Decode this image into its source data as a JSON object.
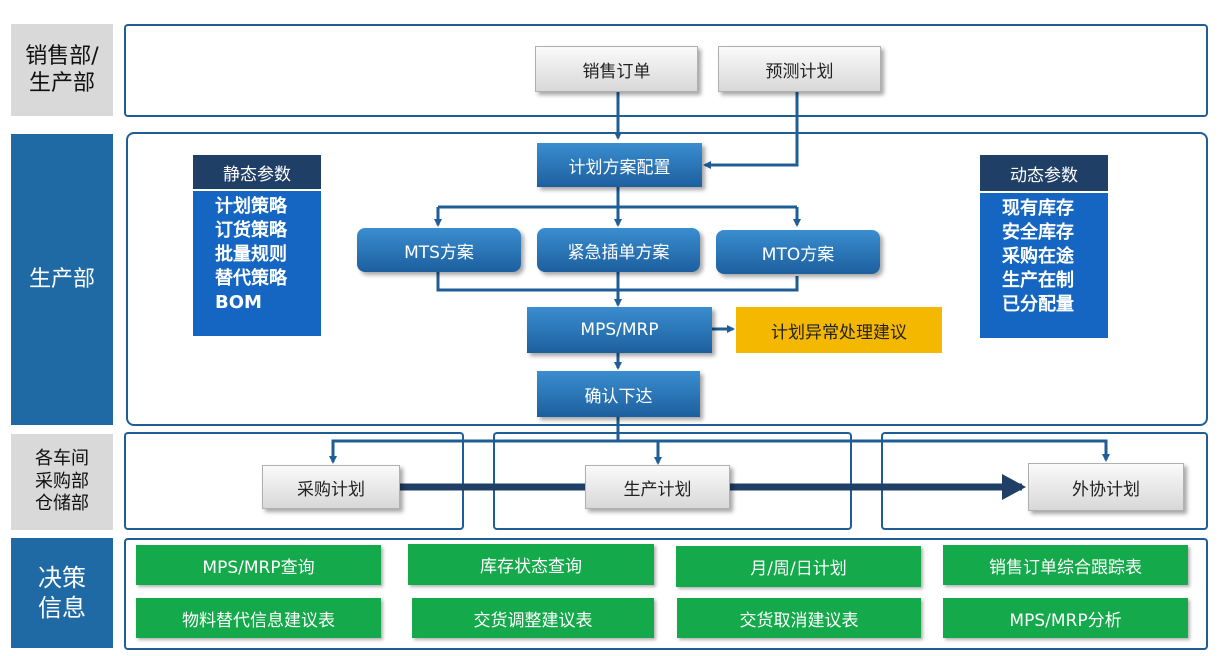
{
  "lanes": {
    "sales": "销售部/\n生产部",
    "production": "生产部",
    "workshops": "各车间\n采购部\n仓储部",
    "decision": "决策\n信息"
  },
  "nodes": {
    "sales_order": "销售订单",
    "forecast": "预测计划",
    "plan_config": "计划方案配置",
    "mts": "MTS方案",
    "urgent": "紧急插单方案",
    "mto": "MTO方案",
    "mps_mrp": "MPS/MRP",
    "exception": "计划异常处理建议",
    "confirm": "确认下达",
    "purchase_plan": "采购计划",
    "production_plan": "生产计划",
    "outsource_plan": "外协计划"
  },
  "static_params": {
    "title": "静态参数",
    "items": [
      "计划策略",
      "订货策略",
      "批量规则",
      "替代策略",
      "BOM"
    ]
  },
  "dynamic_params": {
    "title": "动态参数",
    "items": [
      "现有库存",
      "安全库存",
      "采购在途",
      "生产在制",
      "已分配量"
    ]
  },
  "decision_reports": [
    "MPS/MRP查询",
    "库存状态查询",
    "月/周/日计划",
    "销售订单综合跟踪表",
    "物料替代信息建议表",
    "交货调整建议表",
    "交货取消建议表",
    "MPS/MRP分析"
  ],
  "colors": {
    "lane_bg_light": "#d9d9d9",
    "lane_bg_dark": "#1f6aa5",
    "frame": "#1f5d96",
    "node_blue": "#2b78bb",
    "exception": "#f5b800",
    "report_green": "#14a94a"
  }
}
